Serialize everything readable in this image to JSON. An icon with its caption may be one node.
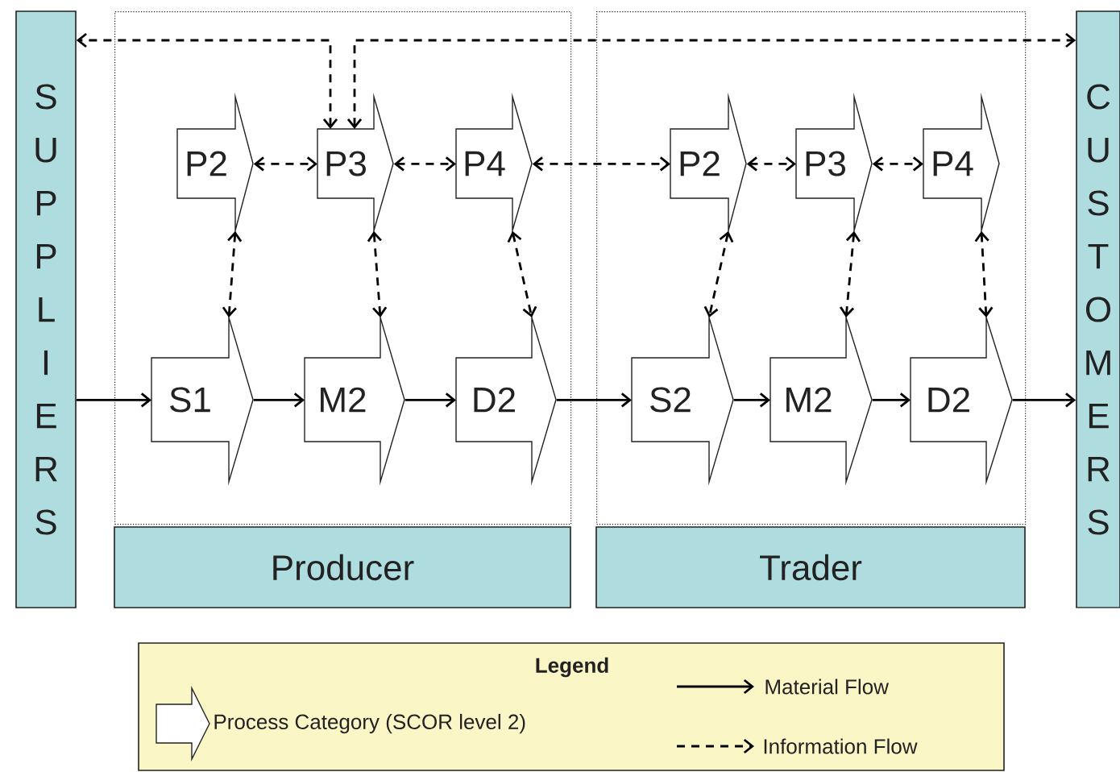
{
  "diagram": {
    "nodes": [
      {
        "text": [
          "S U P P L I E R S"
        ]
      },
      {
        "text": [
          "Producer"
        ]
      },
      {
        "text": [
          "P2"
        ],
        "in": 1
      },
      {
        "text": [
          "P3"
        ],
        "in": 1
      },
      {
        "text": [
          "P4"
        ],
        "in": 1
      },
      {
        "text": [
          "S1"
        ],
        "in": 1
      },
      {
        "text": [
          "M2"
        ],
        "in": 1
      },
      {
        "text": [
          "D2"
        ],
        "in": 1
      },
      {
        "text": [
          "Trader"
        ]
      },
      {
        "text": [
          "P2"
        ],
        "in": 8
      },
      {
        "text": [
          "P3"
        ],
        "in": 8
      },
      {
        "text": [
          "P4"
        ],
        "in": 8
      },
      {
        "text": [
          "S2"
        ],
        "in": 8
      },
      {
        "text": [
          "M2"
        ],
        "in": 8
      },
      {
        "text": [
          "D2"
        ],
        "in": 8
      },
      {
        "text": [
          "C U S T O M E R S"
        ]
      }
    ],
    "edges": [
      {
        "from": 0,
        "to": 5,
        "arrow": "to"
      },
      {
        "from": 5,
        "to": 6,
        "arrow": "to"
      },
      {
        "from": 6,
        "to": 7,
        "arrow": "to"
      },
      {
        "from": 7,
        "to": 12,
        "arrow": "to"
      },
      {
        "from": 12,
        "to": 13,
        "arrow": "to"
      },
      {
        "from": 13,
        "to": 14,
        "arrow": "to"
      },
      {
        "from": 14,
        "to": 15,
        "arrow": "to"
      },
      {
        "from": 2,
        "to": 3,
        "arrow": "both",
        "style": "dashed"
      },
      {
        "from": 3,
        "to": 4,
        "arrow": "both",
        "style": "dashed"
      },
      {
        "from": 4,
        "to": 9,
        "arrow": "both",
        "style": "dashed"
      },
      {
        "from": 9,
        "to": 10,
        "arrow": "both",
        "style": "dashed"
      },
      {
        "from": 10,
        "to": 11,
        "arrow": "both",
        "style": "dashed"
      },
      {
        "from": 2,
        "to": 5,
        "arrow": "both",
        "style": "dashed"
      },
      {
        "from": 3,
        "to": 6,
        "arrow": "both",
        "style": "dashed"
      },
      {
        "from": 4,
        "to": 7,
        "arrow": "both",
        "style": "dashed"
      },
      {
        "from": 9,
        "to": 12,
        "arrow": "both",
        "style": "dashed"
      },
      {
        "from": 10,
        "to": 13,
        "arrow": "both",
        "style": "dashed"
      },
      {
        "from": 11,
        "to": 14,
        "arrow": "both",
        "style": "dashed"
      },
      {
        "from": 3,
        "to": 0,
        "arrow": "both",
        "style": "dashed"
      },
      {
        "from": 3,
        "to": 15,
        "arrow": "both",
        "style": "dashed"
      }
    ],
    "labels": [
      "Legend"
    ],
    "legend": [
      {
        "text": "Process Category (SCOR level 2)"
      },
      {
        "text": "Material Flow"
      },
      {
        "text": "Information Flow"
      }
    ]
  }
}
